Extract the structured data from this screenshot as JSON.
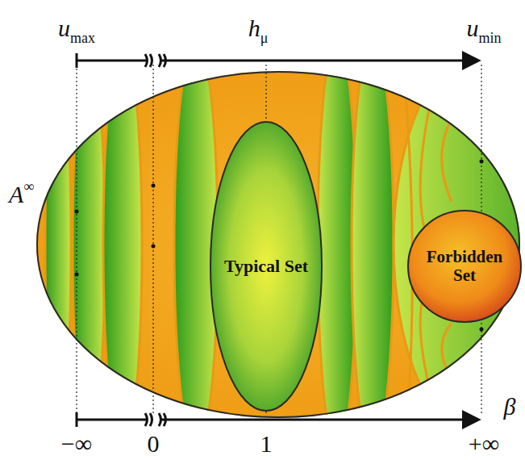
{
  "diagram": {
    "nodes": [
      {
        "text": [
          "A∞"
        ]
      },
      {
        "text": [
          "Typical Set"
        ],
        "in": 0
      },
      {
        "text": [
          "Forbidden Set"
        ],
        "in": 0
      }
    ],
    "labels": [
      "umax",
      "hμ",
      "umin",
      "−∞",
      "0",
      "1",
      "+∞",
      "β"
    ]
  }
}
